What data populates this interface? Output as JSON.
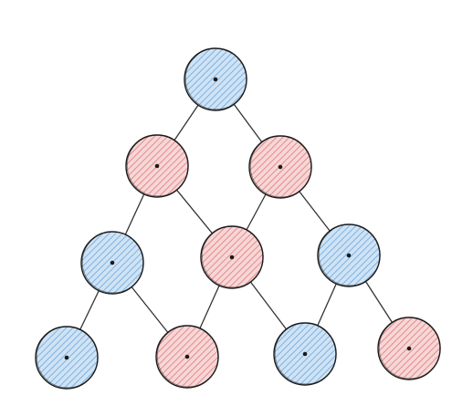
{
  "diagram": {
    "type": "node-link",
    "style": "sketch",
    "colors": {
      "blue_fill": "#cfe3f5",
      "blue_hatch": "#7fb2e0",
      "red_fill": "#f7d6d6",
      "red_hatch": "#e38c8c",
      "stroke": "#1a1a1a",
      "edge": "#333333",
      "background": "#ffffff"
    },
    "nodes": [
      {
        "id": "n1",
        "color": "blue"
      },
      {
        "id": "n2",
        "color": "red"
      },
      {
        "id": "n3",
        "color": "red"
      },
      {
        "id": "n4",
        "color": "blue"
      },
      {
        "id": "n5",
        "color": "red"
      },
      {
        "id": "n6",
        "color": "blue"
      },
      {
        "id": "n7",
        "color": "blue"
      },
      {
        "id": "n8",
        "color": "red"
      },
      {
        "id": "n9",
        "color": "blue"
      },
      {
        "id": "n10",
        "color": "red"
      }
    ],
    "edges": [
      [
        "n1",
        "n2"
      ],
      [
        "n1",
        "n3"
      ],
      [
        "n2",
        "n4"
      ],
      [
        "n2",
        "n5"
      ],
      [
        "n3",
        "n5"
      ],
      [
        "n3",
        "n6"
      ],
      [
        "n4",
        "n7"
      ],
      [
        "n4",
        "n8"
      ],
      [
        "n5",
        "n8"
      ],
      [
        "n5",
        "n9"
      ],
      [
        "n6",
        "n9"
      ],
      [
        "n6",
        "n10"
      ]
    ]
  }
}
